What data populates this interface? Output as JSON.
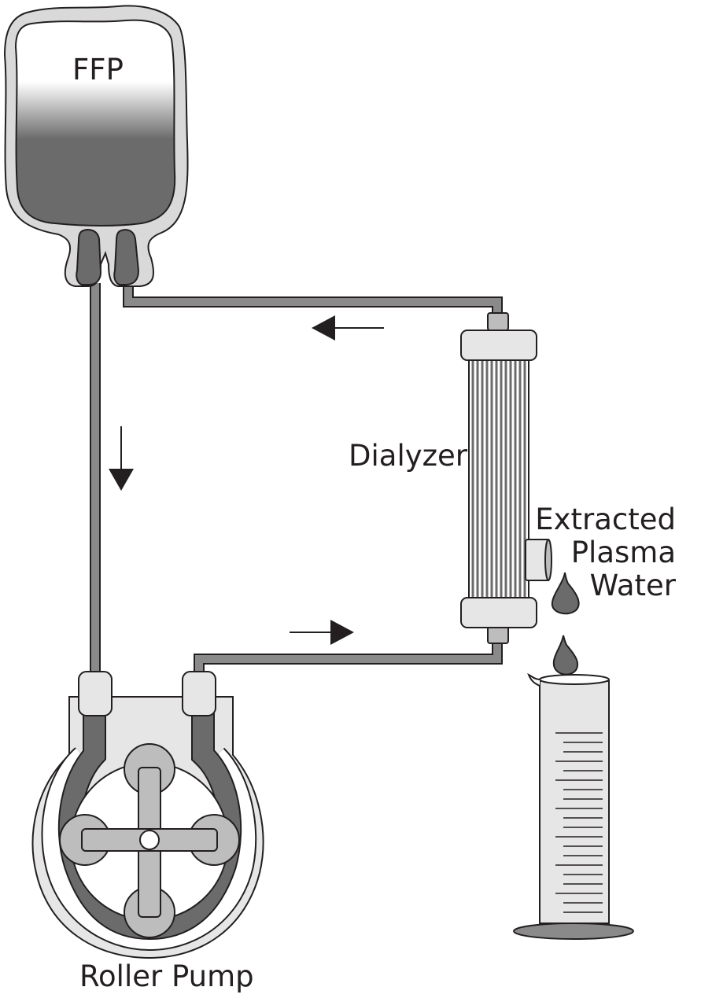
{
  "labels": {
    "bag": "FFP",
    "dialyzer": "Dialyzer",
    "extracted": [
      "Extracted",
      "Plasma",
      "Water"
    ],
    "pump": "Roller Pump"
  },
  "colors": {
    "outline": "#231f20",
    "tubing": "#8a8a8a",
    "bag_shell": "#d9d9d9",
    "fluid_dark": "#6b6b6b",
    "component_light": "#e6e6e6",
    "component_mid": "#bdbdbd"
  },
  "flow_arrows": [
    {
      "name": "bag-to-pump",
      "direction": "down"
    },
    {
      "name": "pump-to-dialyzer",
      "direction": "right"
    },
    {
      "name": "dialyzer-to-bag",
      "direction": "left"
    }
  ],
  "icons": [
    "ffp-bag-icon",
    "roller-pump-icon",
    "dialyzer-icon",
    "drop-icon",
    "graduated-cylinder-icon"
  ]
}
